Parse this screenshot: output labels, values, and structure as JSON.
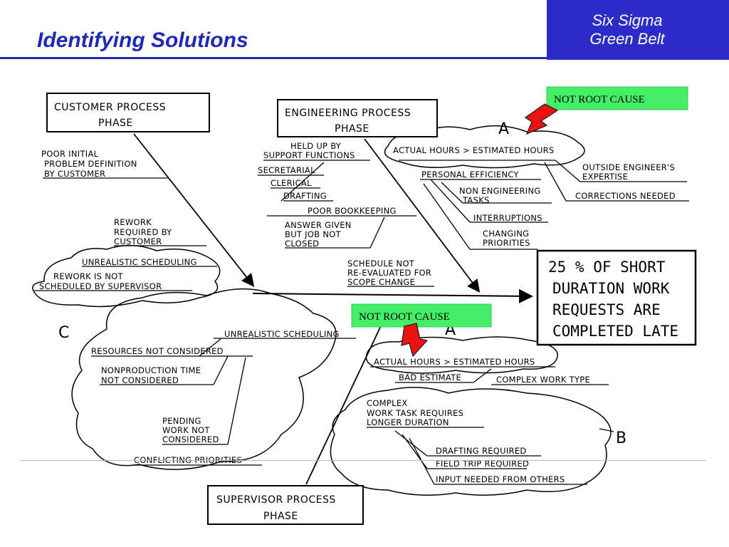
{
  "slide": {
    "title": "Identifying Solutions",
    "brand_line1": "Six Sigma",
    "brand_line2": "Green Belt"
  },
  "colors": {
    "title_blue": "#1f28b8",
    "brand_blue": "#2c2cc8",
    "callout_green": "#44ee66",
    "arrow_red": "#ee1111"
  },
  "diagram": {
    "phase_boxes": [
      {
        "line1": "CUSTOMER PROCESS",
        "line2": "PHASE"
      },
      {
        "line1": "ENGINEERING PROCESS",
        "line2": "PHASE"
      },
      {
        "line1": "SUPERVISOR PROCESS",
        "line2": "PHASE"
      }
    ],
    "effect": {
      "line1": "25 % OF SHORT",
      "line2": "DURATION WORK",
      "line3": "REQUESTS ARE",
      "line4": "COMPLETED LATE"
    },
    "callouts": [
      {
        "label": "NOT ROOT CAUSE"
      },
      {
        "label": "NOT ROOT CAUSE"
      }
    ],
    "letters": {
      "a1": "A",
      "a2": "A",
      "b": "B",
      "c": "C"
    },
    "customer": {
      "poor_initial": [
        "POOR INITIAL",
        "PROBLEM DEFINITION",
        "BY CUSTOMER"
      ],
      "rework_required": [
        "REWORK",
        "REQUIRED BY",
        "CUSTOMER"
      ],
      "unrealistic": "UNREALISTIC SCHEDULING",
      "rework_not": [
        "REWORK IS NOT",
        "SCHEDULED BY SUPERVISOR"
      ]
    },
    "engineering": {
      "held_up": [
        "HELD UP BY",
        "SUPPORT FUNCTIONS"
      ],
      "secretarial": "SECRETARIAL",
      "clerical": "CLERICAL",
      "drafting": "DRAFTING",
      "poor_bookkeeping": "POOR BOOKKEEPING",
      "answer_given": [
        "ANSWER GIVEN",
        "BUT JOB NOT",
        "CLOSED"
      ],
      "schedule_not": [
        "SCHEDULE NOT",
        "RE-EVALUATED FOR",
        "SCOPE CHANGE"
      ],
      "actual_hours": "ACTUAL HOURS > ESTIMATED HOURS",
      "personal_efficiency": "PERSONAL EFFICIENCY",
      "non_engineering": [
        "NON ENGINEERING",
        "TASKS"
      ],
      "interruptions": "INTERRUPTIONS",
      "changing": [
        "CHANGING",
        "PRIORITIES"
      ],
      "outside_engineer": [
        "OUTSIDE ENGINEER'S",
        "EXPERTISE"
      ],
      "corrections": "CORRECTIONS NEEDED"
    },
    "supervisor": {
      "unrealistic": "UNREALISTIC SCHEDULING",
      "resources": "RESOURCES NOT CONSIDERED",
      "nonproduction": [
        "NONPRODUCTION TIME",
        "NOT CONSIDERED"
      ],
      "pending": [
        "PENDING",
        "WORK NOT",
        "CONSIDERED"
      ],
      "conflicting": "CONFLICTING PRIORITIES",
      "actual_hours": "ACTUAL HOURS > ESTIMATED HOURS",
      "bad_estimate": "BAD ESTIMATE",
      "complex_type": "COMPLEX WORK TYPE",
      "complex_task": [
        "COMPLEX",
        "WORK TASK REQUIRES",
        "LONGER DURATION"
      ],
      "drafting_required": "DRAFTING REQUIRED",
      "field_trip": "FIELD TRIP REQUIRED",
      "input_needed": "INPUT NEEDED FROM OTHERS"
    }
  }
}
